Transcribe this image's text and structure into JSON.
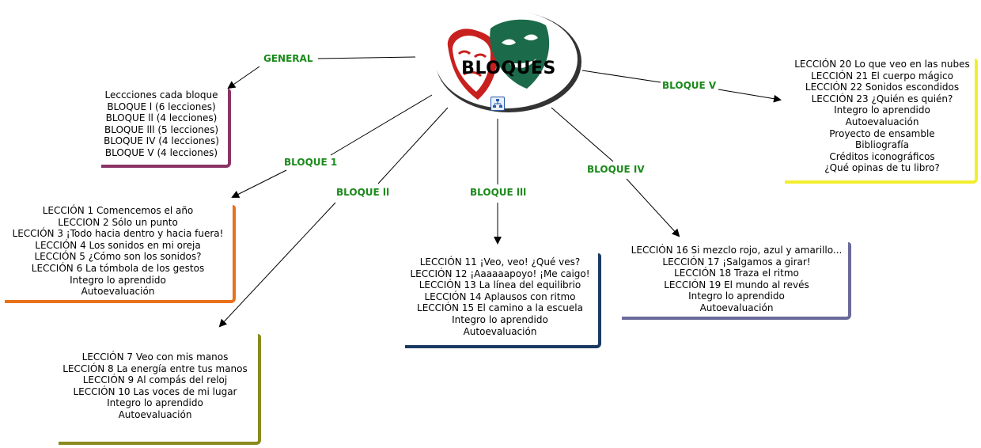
{
  "central": {
    "title": "BLOQUES",
    "image": "theater-masks-icon",
    "link_icon": "concept-map-icon"
  },
  "edges": {
    "general": "GENERAL",
    "bloque1": "BLOQUE 1",
    "bloque2": "BLOQUE ll",
    "bloque3": "BLOQUE lll",
    "bloque4": "BLOQUE IV",
    "bloque5": "BLOQUE V"
  },
  "colors": {
    "general": "#8a3466",
    "bloque1": "#e8711c",
    "bloque2": "#8a8a1e",
    "bloque3": "#1b3a62",
    "bloque4": "#6a6a9a",
    "bloque5": "#f2ee2e",
    "label": "#1a8a1a"
  },
  "nodes": {
    "general": {
      "lines": [
        "Leccciones cada bloque",
        "BLOQUE l (6 lecciones)",
        "BLOQUE ll (4 lecciones)",
        "BLOQUE lll (5 lecciones)",
        "BLOQUE IV (4 lecciones)",
        "BLOQUE V (4 lecciones)"
      ]
    },
    "bloque1": {
      "lines": [
        "LECCIÓN 1 Comencemos el año",
        "LECCION  2 Sólo un punto",
        "LECCIÓN 3 ¡Todo hacia dentro y hacia fuera!",
        "LECCIÓN 4 Los sonidos en mi oreja",
        "LECCIÓN 5 ¿Cómo son los sonidos?",
        "LECCIÓN 6 La tómbola de los gestos",
        "Integro lo aprendido",
        "Autoevaluación"
      ]
    },
    "bloque2": {
      "lines": [
        "LECCIÓN 7 Veo con mis manos",
        "LECCIÓN 8 La energía entre tus manos",
        "LECCIÓN 9 Al compás del reloj",
        "LECCIÓN 10 Las voces de mi lugar",
        "Integro lo aprendido",
        "Autoevaluación"
      ]
    },
    "bloque3": {
      "lines": [
        "LECCIÓN 11 ¡Veo, veo! ¿Qué ves?",
        "LECCIÓN 12 ¡Aaaaaapoyo! ¡Me caigo!",
        "LECCIÓN 13 La línea del equilibrio",
        "LECCIÓN 14 Aplausos con ritmo",
        "LECCIÓN 15 El camino a la escuela",
        "Integro lo aprendido",
        "Autoevaluación"
      ]
    },
    "bloque4": {
      "lines": [
        "LECCIÓN 16 Si mezclo rojo, azul y amarillo...",
        "LECCIÓN 17 ¡Salgamos a girar!",
        "LECCIÓN 18 Traza el ritmo",
        "LECCIÓN 19 El mundo al revés",
        "Integro lo aprendido",
        "Autoevaluación"
      ]
    },
    "bloque5": {
      "lines": [
        "LECCIÓN 20 Lo que veo en las nubes",
        "LECCIÓN 21 El cuerpo mágico",
        "LECCIÓN 22 Sonidos escondidos",
        "LECCIÓN 23 ¿Quién es quién?",
        "Integro lo aprendido",
        "Autoevaluación",
        "Proyecto de ensamble",
        "Bibliografía",
        "Créditos iconográficos",
        "¿Qué opinas de tu libro?"
      ]
    }
  }
}
